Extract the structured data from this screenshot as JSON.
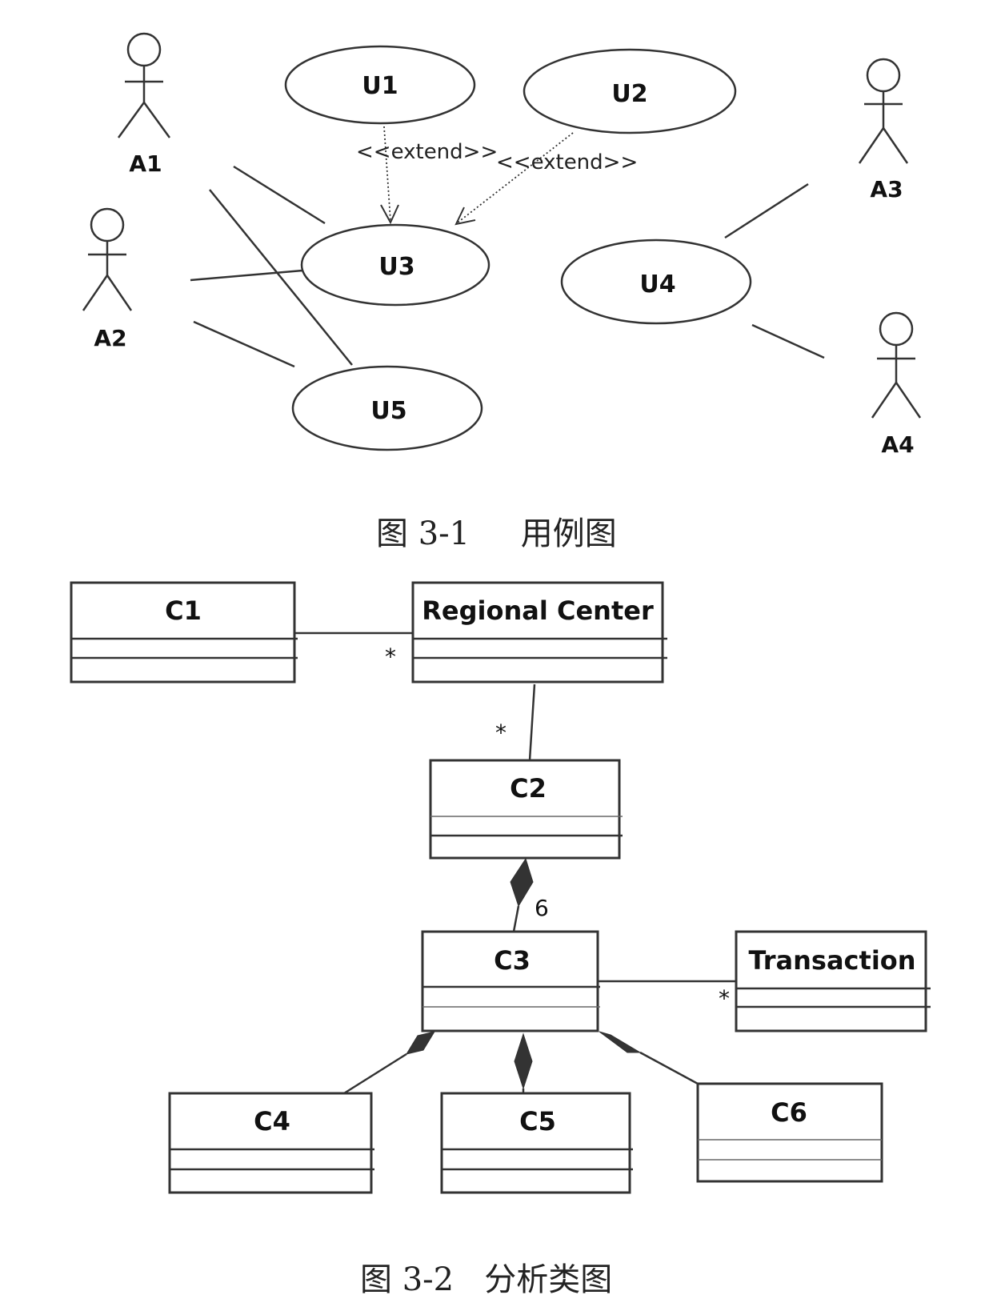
{
  "use_case_diagram": {
    "actors": [
      {
        "id": "A1",
        "label": "A1"
      },
      {
        "id": "A2",
        "label": "A2"
      },
      {
        "id": "A3",
        "label": "A3"
      },
      {
        "id": "A4",
        "label": "A4"
      }
    ],
    "use_cases": [
      {
        "id": "U1",
        "label": "U1"
      },
      {
        "id": "U2",
        "label": "U2"
      },
      {
        "id": "U3",
        "label": "U3"
      },
      {
        "id": "U4",
        "label": "U4"
      },
      {
        "id": "U5",
        "label": "U5"
      }
    ],
    "associations": [
      {
        "from": "A1",
        "to": "U3"
      },
      {
        "from": "A1",
        "to": "U5"
      },
      {
        "from": "A2",
        "to": "U3"
      },
      {
        "from": "A2",
        "to": "U5"
      },
      {
        "from": "A3",
        "to": "U4"
      },
      {
        "from": "A4",
        "to": "U4"
      }
    ],
    "extends": [
      {
        "from": "U1",
        "to": "U3",
        "label": "<<extend>>"
      },
      {
        "from": "U2",
        "to": "U3",
        "label": "<<extend>>"
      }
    ],
    "caption": "图 3-1     用例图"
  },
  "class_diagram": {
    "classes": [
      {
        "id": "C1",
        "label": "C1"
      },
      {
        "id": "RegionalCenter",
        "label": "Regional Center"
      },
      {
        "id": "C2",
        "label": "C2"
      },
      {
        "id": "C3",
        "label": "C3"
      },
      {
        "id": "Transaction",
        "label": "Transaction"
      },
      {
        "id": "C4",
        "label": "C4"
      },
      {
        "id": "C5",
        "label": "C5"
      },
      {
        "id": "C6",
        "label": "C6"
      }
    ],
    "relations": [
      {
        "from": "C1",
        "to": "RegionalCenter",
        "type": "association",
        "multiplicity_to": "*"
      },
      {
        "from": "RegionalCenter",
        "to": "C2",
        "type": "association",
        "multiplicity_to": "*"
      },
      {
        "from": "C2",
        "to": "C3",
        "type": "composition",
        "multiplicity_to": "6"
      },
      {
        "from": "C3",
        "to": "Transaction",
        "type": "association",
        "multiplicity_to": "*"
      },
      {
        "from": "C3",
        "to": "C4",
        "type": "composition"
      },
      {
        "from": "C3",
        "to": "C5",
        "type": "composition"
      },
      {
        "from": "C3",
        "to": "C6",
        "type": "composition"
      }
    ],
    "caption": "图 3-2   分析类图"
  }
}
